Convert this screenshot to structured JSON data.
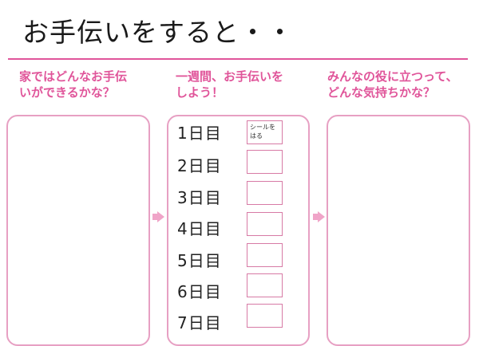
{
  "title": "お手伝いをすると・・",
  "questions": [
    {
      "line1": "家ではどんなお手伝",
      "line2": "いができるかな？"
    },
    {
      "line1": "一週間、お手伝いを",
      "line2": "しよう！"
    },
    {
      "line1": "みんなの役に立つって、",
      "line2": "どんな気持ちかな？"
    }
  ],
  "days": [
    "1日目",
    "2日目",
    "3日目",
    "4日目",
    "5日目",
    "6日目",
    "7日目"
  ],
  "stamp_hint": {
    "line1": "シールを",
    "line2": "はる"
  },
  "colors": {
    "accent": "#e0559a",
    "panel_border": "#e7a0c3",
    "arrow": "#f0a4c8"
  }
}
